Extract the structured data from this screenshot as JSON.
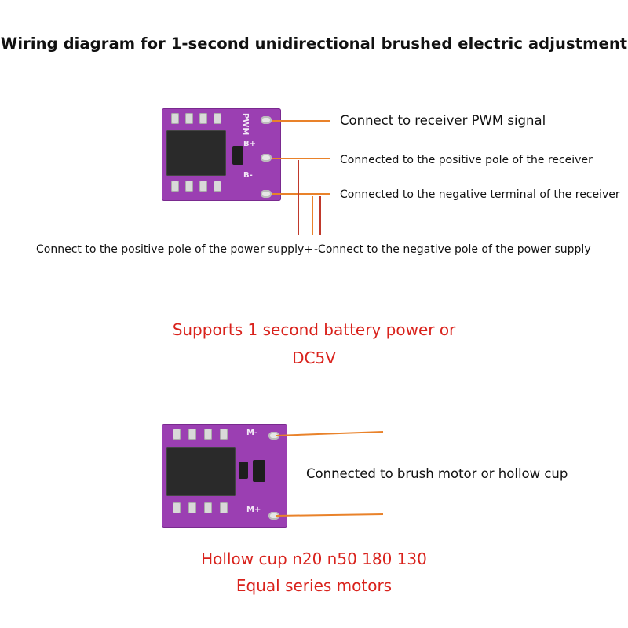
{
  "title": "Wiring diagram for 1-second unidirectional brushed electric adjustment",
  "board1": {
    "labels": {
      "pwm": "Connect to receiver PWM signal",
      "recv_pos": "Connected to the positive pole of the receiver",
      "recv_neg": "Connected to the negative terminal of the receiver",
      "supply_pos": "Connect to the positive pole of the power supply+",
      "supply_neg": "-Connect to the negative pole of the power supply"
    },
    "silk": {
      "pwm": "PWM",
      "b_plus": "B+",
      "b_minus": "B-"
    }
  },
  "support_text": {
    "line1": "Supports 1 second battery power or",
    "line2": "DC5V"
  },
  "board2": {
    "labels": {
      "motor": "Connected to brush motor or hollow cup"
    },
    "silk": {
      "m_minus": "M-",
      "m_plus": "M+"
    }
  },
  "motor_text": {
    "line1": "Hollow cup n20 n50 180 130",
    "line2": "Equal series motors"
  },
  "colors": {
    "wire": "#e9822a",
    "wire_dark": "#c0392b",
    "pcb": "#9b3fb2",
    "accent_red": "#d9221c"
  }
}
